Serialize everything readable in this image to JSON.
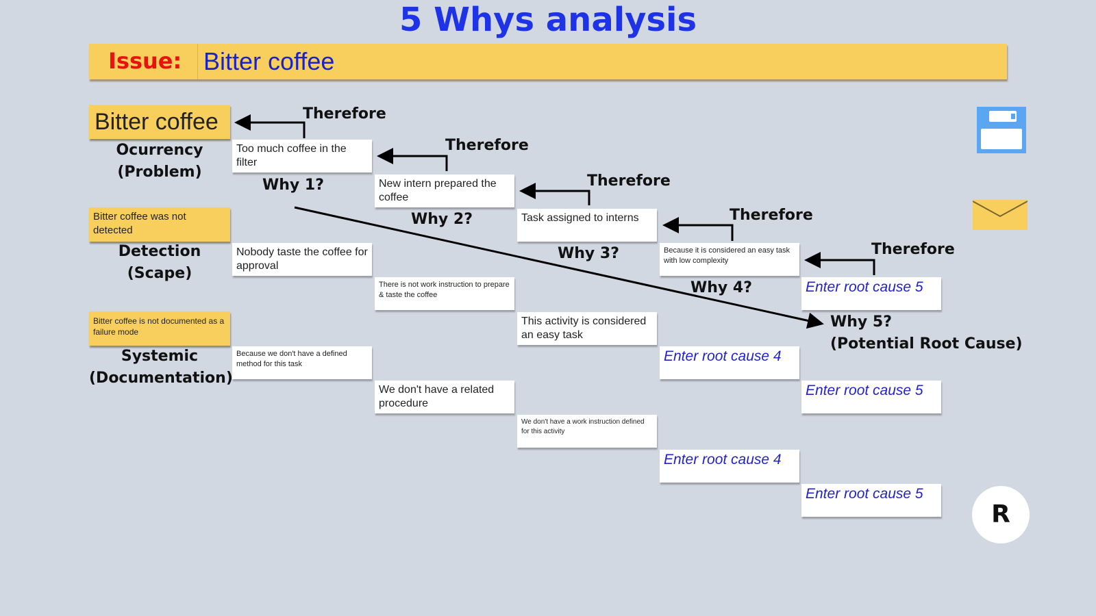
{
  "title": "5 Whys analysis",
  "issue": {
    "label": "Issue:",
    "value": "Bitter coffee"
  },
  "categories": [
    {
      "box": "Bitter coffee",
      "name": "Ocurrency",
      "sub": "(Problem)"
    },
    {
      "box": "Bitter coffee was not detected",
      "name": "Detection",
      "sub": "(Scape)"
    },
    {
      "box": "Bitter coffee is not documented as a failure mode",
      "name": "Systemic",
      "sub": "(Documentation)"
    }
  ],
  "rows": [
    [
      "Too much coffee in the filter",
      "New intern prepared the coffee",
      "Task assigned to interns",
      "Because it is considered an easy task with low complexity",
      "Enter root cause 5"
    ],
    [
      "Nobody taste the coffee for approval",
      "There is not work instruction to prepare & taste the coffee",
      "This activity is considered an easy task",
      "Enter root cause 4",
      "Enter root cause 5"
    ],
    [
      "Because we don't have a defined method  for this task",
      "We don't have a related procedure",
      "We don't have a work instruction defined for this activity",
      "Enter root cause 4",
      "Enter root cause 5"
    ]
  ],
  "why_labels": [
    "Why 1?",
    "Why 2?",
    "Why 3?",
    "Why 4?",
    "Why 5?"
  ],
  "root_cause_label": "(Potential Root Cause)",
  "therefore_label": "Therefore",
  "buttons": {
    "save": "save-icon",
    "mail": "mail-icon",
    "reset": "R"
  },
  "colors": {
    "background": "#d2d8e2",
    "title": "#1f33e6",
    "yellow": "#f8cf5d",
    "issue_label": "#e8120f",
    "placeholder": "#2222cc",
    "save": "#5aa6f3"
  }
}
